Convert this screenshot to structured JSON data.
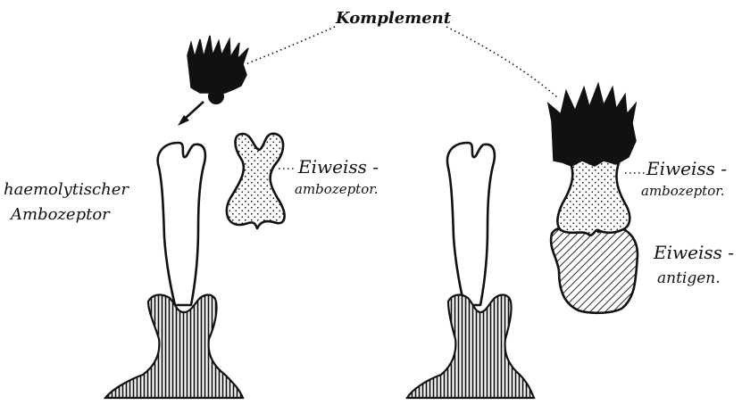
{
  "labels": {
    "komplement": "Komplement",
    "haemolytic_line1": "haemolytischer",
    "haemolytic_line2": "Ambozeptor",
    "left_eiweiss_line1": "Eiweiss -",
    "left_eiweiss_line2": "ambozeptor.",
    "right_eiweiss_line1": "Eiweiss -",
    "right_eiweiss_line2": "ambozeptor.",
    "antigen_line1": "Eiweiss -",
    "antigen_line2": "antigen."
  },
  "colors": {
    "ink": "#111111",
    "paper": "#ffffff"
  }
}
